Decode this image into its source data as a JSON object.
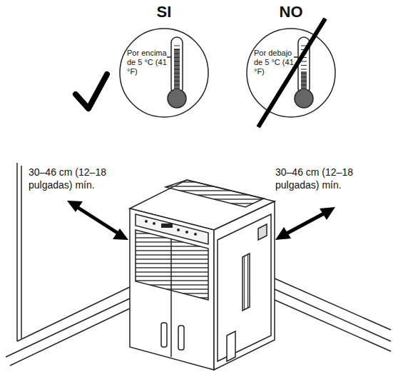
{
  "diagram": {
    "nodes": [
      {
        "text": [
          "SI",
          "Por encima de 5 °C (41 °F)"
        ]
      },
      {
        "text": [
          "NO",
          "Por debajo de 5 °C (41 °F)"
        ]
      }
    ],
    "labels": [
      "30–46 cm (12–18 pulgadas) mín.",
      "30–46 cm (12–18 pulgadas) mín."
    ]
  }
}
